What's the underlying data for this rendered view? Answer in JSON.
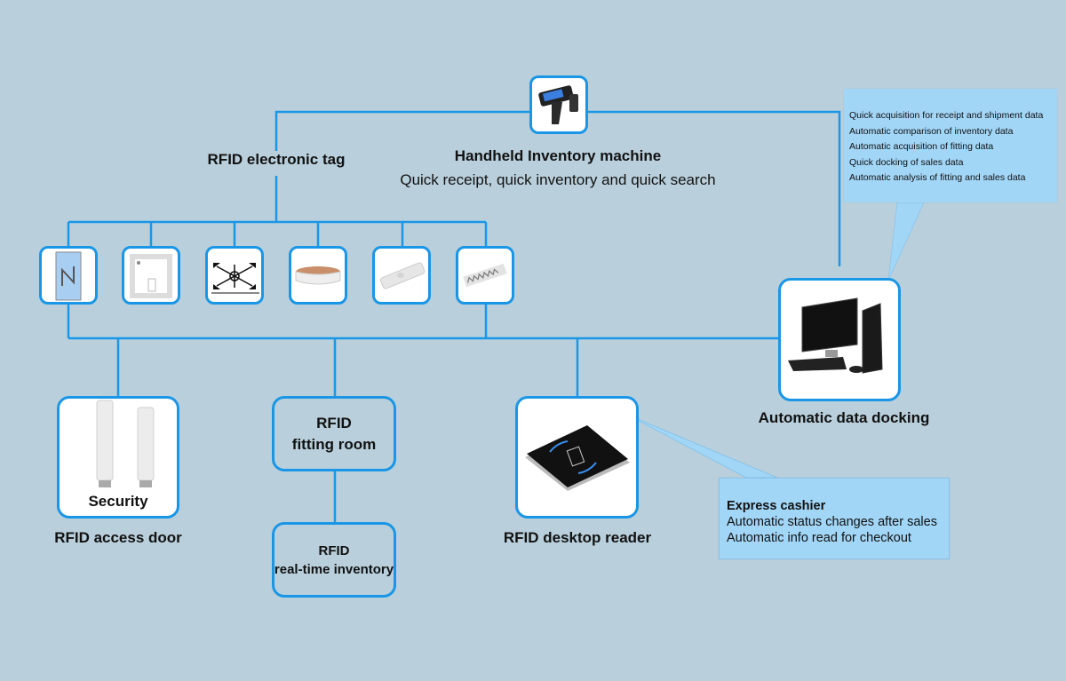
{
  "colors": {
    "background": "#b9d0dc",
    "line": "#1a96e6",
    "callout": "#a2d6f7"
  },
  "handheld": {
    "icon": "handheld-rfid-scanner",
    "title": "Handheld Inventory machine",
    "subtitle": "Quick receipt, quick inventory and quick search"
  },
  "rfid_tag": {
    "title": "RFID electronic tag",
    "tags": [
      {
        "icon": "rfid-card-tag"
      },
      {
        "icon": "square-inlay-tag"
      },
      {
        "icon": "dipole-antenna-tag"
      },
      {
        "icon": "label-roll-tag"
      },
      {
        "icon": "laundry-tag"
      },
      {
        "icon": "uhf-inlay-tag"
      }
    ]
  },
  "data_docking": {
    "icon": "desktop-computer",
    "title": "Automatic data docking",
    "callout_items": [
      "Quick acquisition for receipt and shipment data",
      "Automatic comparison of inventory data",
      "Automatic acquisition of fitting data",
      "Quick docking of sales data",
      "Automatic analysis of fitting and sales data"
    ]
  },
  "access_door": {
    "icon": "security-gates",
    "inner_label": "Security",
    "title": "RFID access door"
  },
  "fitting_room": {
    "line1": "RFID",
    "line2": "fitting room"
  },
  "realtime_inventory": {
    "line1": "RFID",
    "line2": "real-time inventory"
  },
  "desktop_reader": {
    "icon": "desktop-card-reader",
    "title": "RFID desktop reader",
    "callout_title": "Express cashier",
    "callout_items": [
      "Automatic status changes after sales",
      "Automatic info read for checkout"
    ]
  }
}
